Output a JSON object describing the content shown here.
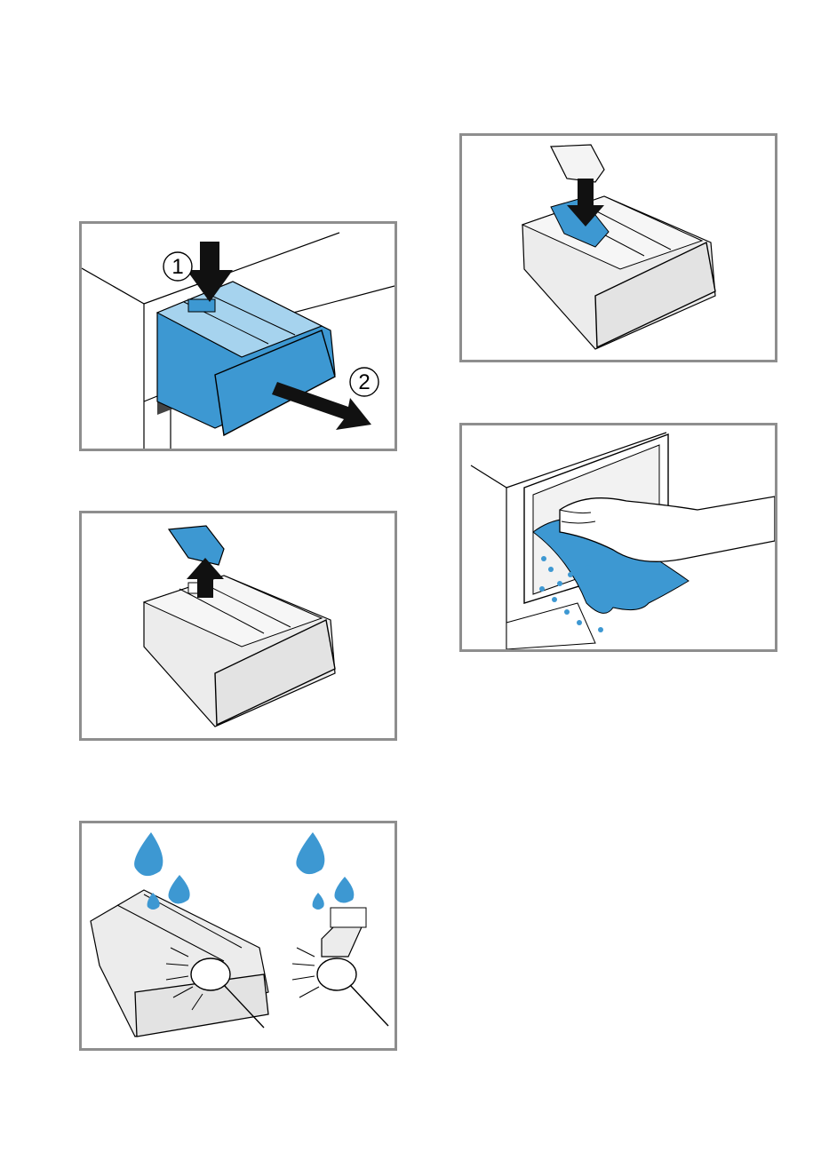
{
  "figures": [
    {
      "id": "fig-remove-drawer",
      "step_markers": [
        "1",
        "2"
      ]
    },
    {
      "id": "fig-lift-insert"
    },
    {
      "id": "fig-clean-with-brush"
    },
    {
      "id": "fig-refit-insert"
    },
    {
      "id": "fig-wipe-recess"
    }
  ],
  "colors": {
    "accent_blue": "#3d98d2",
    "light_blue": "#a6d3ee",
    "drawer_gray": "#ececec",
    "frame_gray": "#8e8e8e",
    "line": "#000000"
  }
}
